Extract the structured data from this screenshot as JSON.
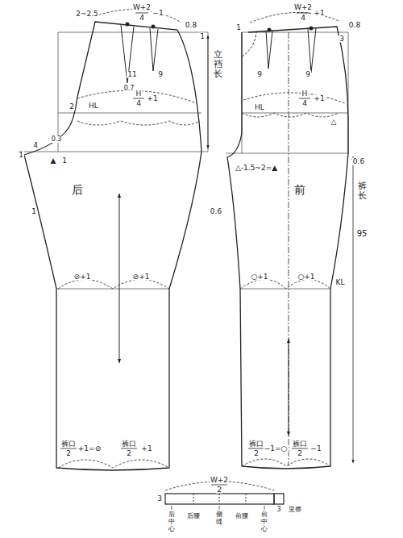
{
  "diagram": {
    "labels": [
      "2~2.5",
      "W+2",
      "4",
      "−1",
      "0.8",
      "1",
      "11",
      "9",
      "0.7",
      "2",
      "HL",
      "H",
      "4",
      "+1",
      "4",
      "0.3",
      "▲",
      "1",
      "1",
      "1",
      "后",
      "⊘+1",
      "⊘+1",
      "立裆长",
      "裤口",
      "2",
      "+1=⊘",
      "裤口",
      "2",
      "+1",
      "1",
      "W+2",
      "4",
      "+1",
      "9",
      "9",
      "0.8",
      "3",
      "HL",
      "H",
      "4",
      "+1",
      "△",
      "△-1.5~2=▲",
      "0.6",
      "0.6",
      "前",
      "裤长",
      "95",
      "○+1",
      "○+1",
      "KL",
      "裤口",
      "2",
      "−1=○",
      "裤口",
      "2",
      "−1",
      "W+2",
      "2",
      "3",
      "后中心",
      "后腰",
      "侧缝",
      "前腰",
      "前中心",
      "3",
      "里襟"
    ]
  }
}
